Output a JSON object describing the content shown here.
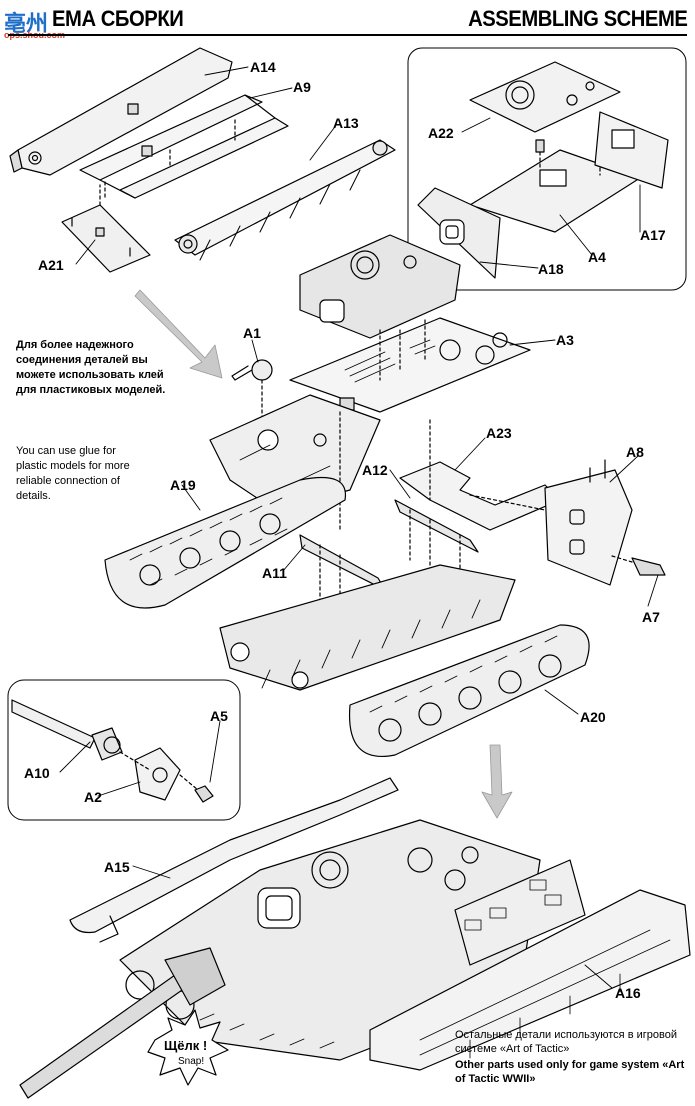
{
  "header": {
    "title_ru": "ЕМА СБОРКИ",
    "title_en": "ASSEMBLING SCHEME"
  },
  "watermark": {
    "text": "亳州",
    "sub": "ops.shou.com"
  },
  "notes": {
    "ru": "Для более надежного соединения деталей вы можете использовать клей для пластиковых моделей.",
    "en": "You can use glue for plastic models for more reliable connection of details."
  },
  "bottom_note": {
    "ru": "Остальные детали используются в игровой системе «Art of Tactic»",
    "en": "Other parts used only for game system «Art of Tactic WWII»"
  },
  "snap": {
    "main": "Щёлк !",
    "sub": "Snap!"
  },
  "part_labels": {
    "a14": "A14",
    "a9": "A9",
    "a13": "A13",
    "a21": "A21",
    "a22": "A22",
    "a17": "A17",
    "a18": "A18",
    "a4": "A4",
    "a1": "A1",
    "a3": "A3",
    "a23": "A23",
    "a8": "A8",
    "a12": "A12",
    "a19": "A19",
    "a11": "A11",
    "a7": "A7",
    "a20": "A20",
    "a10": "A10",
    "a5": "A5",
    "a2": "A2",
    "a15": "A15",
    "a16": "A16"
  }
}
